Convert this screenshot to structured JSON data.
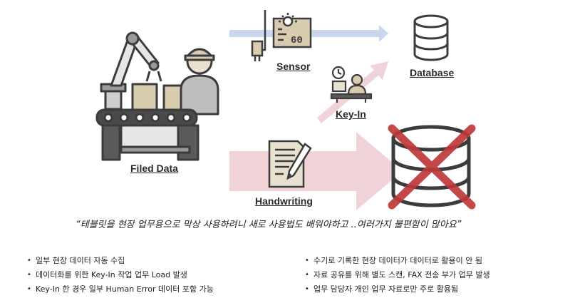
{
  "labels": {
    "filed_data": "Filed Data",
    "sensor": "Sensor",
    "database": "Database",
    "key_in": "Key-In",
    "handwriting": "Handwriting",
    "sensor_display": "60"
  },
  "quote": "“테블릿을 현장 업무용으로  막상 사용하려니 새로 사용법도 배워야하고 ..여러가지 불편함이 많아요”",
  "left_bullets": [
    "일부 현장 데이터 자동 수집",
    "데이터화를 위한 Key-In 작업 업무 Load 발생",
    "Key-In 한 경우 일부 Human Error 데이터 포함 가능"
  ],
  "right_bullets": [
    "수기로 기록한 현장 데이터가 데이터로 활용이 안 됨",
    "자료 공유를 위해 별도 스캔, FAX 전송 부가 업무 발생",
    "업무 담당자 개인 업무 자료로만 주로 활용됨"
  ],
  "colors": {
    "blue_arrow": "#c9d7ee",
    "pink_arrow": "#f0d3d8",
    "icon_dark": "#3c3c3c",
    "icon_tan": "#d9cdb0",
    "cross_red": "#c0393b"
  }
}
